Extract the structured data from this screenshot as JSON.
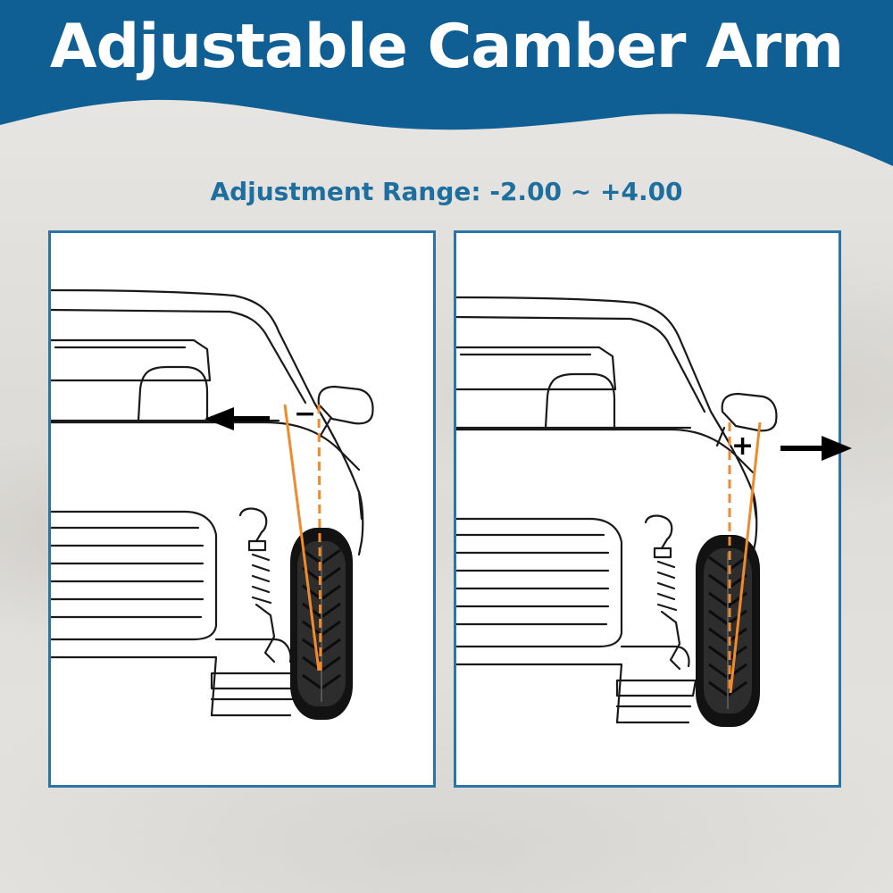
{
  "header": {
    "title": "Adjustable Camber Arm",
    "subtitle": "Adjustment Range: -2.00 ~ +4.00"
  },
  "panels": [
    {
      "name": "negative-camber",
      "sign": "−"
    },
    {
      "name": "positive-camber",
      "sign": "+"
    }
  ],
  "icons": [
    "arrow-left-icon",
    "arrow-right-icon",
    "tire-icon",
    "strut-spring-icon"
  ],
  "colors": {
    "header_blue": "#0f5f95",
    "subtitle_blue": "#1e6e9e",
    "panel_border": "#2a75a8",
    "camber_line": "#f08a2b",
    "line_art": "#1a1a1a"
  }
}
